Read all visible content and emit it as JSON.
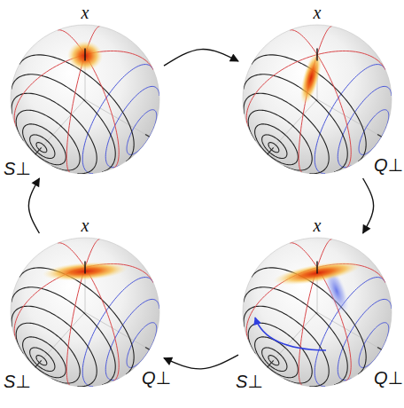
{
  "diagram": {
    "nodes": [
      {
        "text": [
          "x",
          "S⊥"
        ]
      },
      {
        "text": [
          "x",
          "Q⊥"
        ]
      },
      {
        "text": [
          "x",
          "S⊥",
          "Q⊥"
        ]
      },
      {
        "text": [
          "x",
          "S⊥",
          "Q⊥"
        ]
      }
    ],
    "edges": [
      {
        "from": 0,
        "to": 1,
        "arrow": "to"
      },
      {
        "from": 1,
        "to": 3,
        "arrow": "to"
      },
      {
        "from": 3,
        "to": 2,
        "arrow": "to"
      },
      {
        "from": 2,
        "to": 0,
        "arrow": "to"
      }
    ]
  }
}
